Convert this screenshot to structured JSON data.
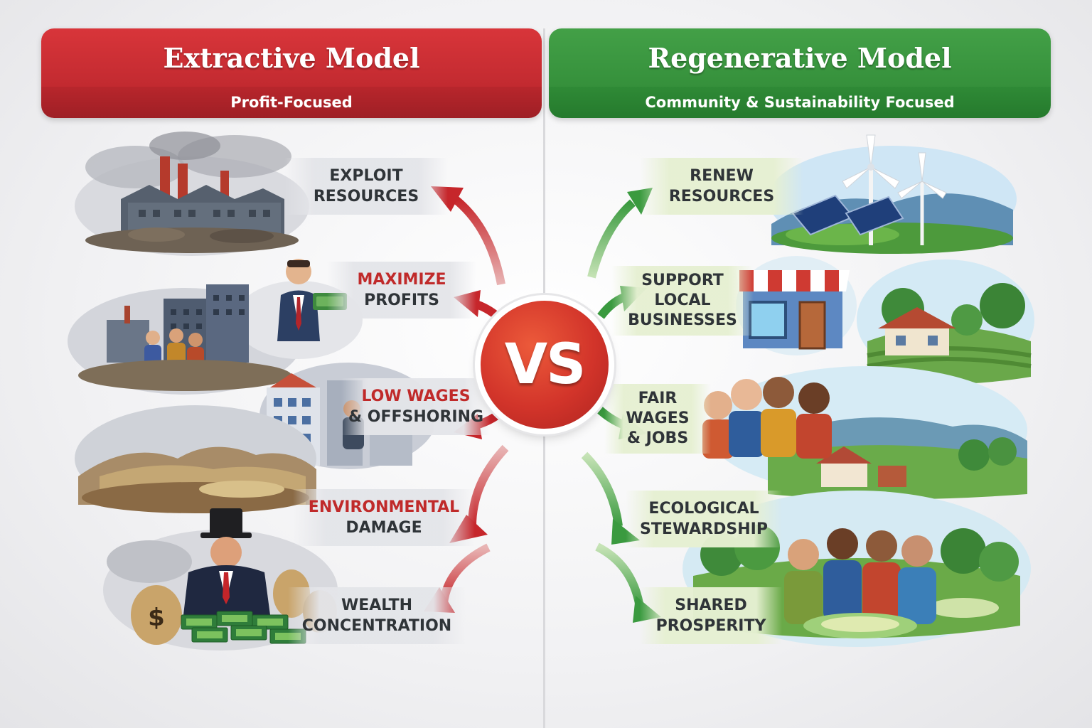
{
  "extractive": {
    "title": "Extractive Model",
    "subtitle": "Profit-Focused",
    "color": "#c9302c",
    "items": [
      {
        "line1": "EXPLOIT",
        "line2": "RESOURCES"
      },
      {
        "line1": "MAXIMIZE",
        "line2": "PROFITS"
      },
      {
        "line1": "LOW WAGES",
        "line2": "& OFFSHORING"
      },
      {
        "line1": "ENVIRONMENTAL",
        "line2": "DAMAGE"
      },
      {
        "line1": "WEALTH",
        "line2": "CONCENTRATION"
      }
    ]
  },
  "regenerative": {
    "title": "Regenerative Model",
    "subtitle": "Community & Sustainability Focused",
    "color": "#3a9a3f",
    "items": [
      {
        "line1": "RENEW",
        "line2": "RESOURCES"
      },
      {
        "line1": "SUPPORT",
        "line2": "LOCAL",
        "line3": "BUSINESSES"
      },
      {
        "line1": "FAIR",
        "line2": "WAGES",
        "line3": "& JOBS"
      },
      {
        "line1": "ECOLOGICAL",
        "line2": "STEWARDSHIP"
      },
      {
        "line1": "SHARED",
        "line2": "PROSPERITY"
      }
    ]
  },
  "vs_label": "VS"
}
